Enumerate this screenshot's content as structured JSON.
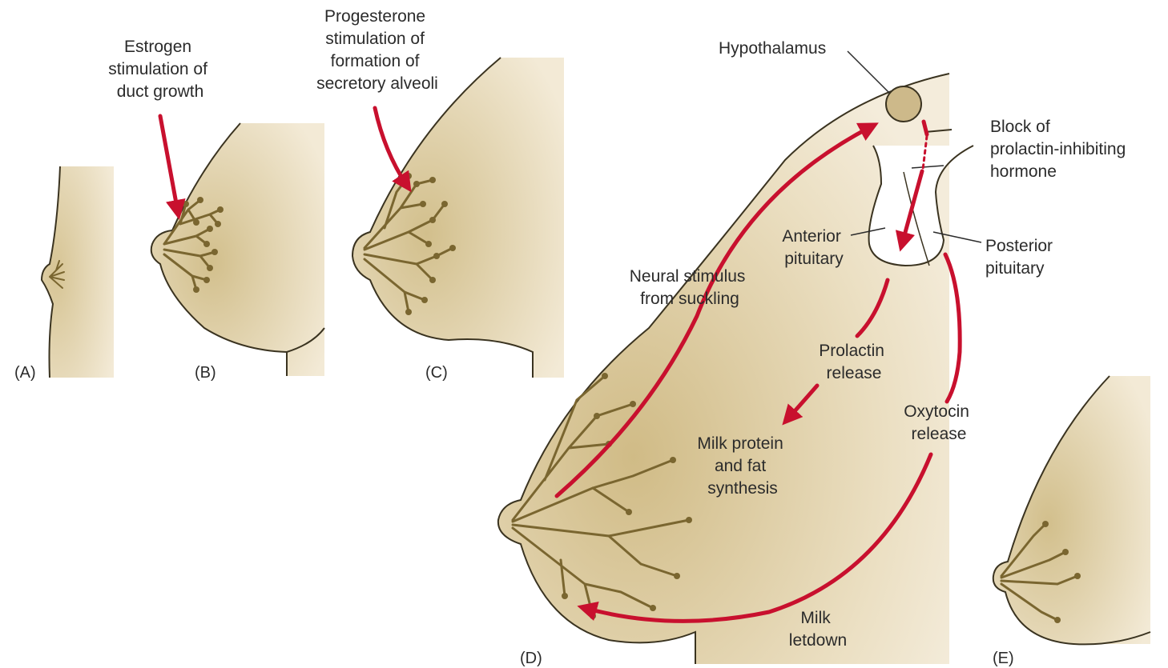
{
  "panels": {
    "a": "(A)",
    "b": "(B)",
    "c": "(C)",
    "d": "(D)",
    "e": "(E)"
  },
  "labels": {
    "estrogen": [
      "Estrogen",
      "stimulation of",
      "duct growth"
    ],
    "progesterone": [
      "Progesterone",
      "stimulation of",
      "formation of",
      "secretory alveoli"
    ],
    "hypothalamus": [
      "Hypothalamus"
    ],
    "block": [
      "Block of",
      "prolactin-inhibiting",
      "hormone"
    ],
    "anterior": [
      "Anterior",
      "pituitary"
    ],
    "posterior": [
      "Posterior",
      "pituitary"
    ],
    "neural": [
      "Neural stimulus",
      "from suckling"
    ],
    "prolactin": [
      "Prolactin",
      "release"
    ],
    "milk_protein": [
      "Milk protein",
      "and fat",
      "synthesis"
    ],
    "oxytocin": [
      "Oxytocin",
      "release"
    ],
    "letdown": [
      "Milk",
      "letdown"
    ]
  },
  "colors": {
    "skin": "#d9c9a0",
    "skin_light": "#f4ecd9",
    "duct": "#7a6630",
    "arrow": "#c8102e",
    "outline": "#3a3320"
  }
}
